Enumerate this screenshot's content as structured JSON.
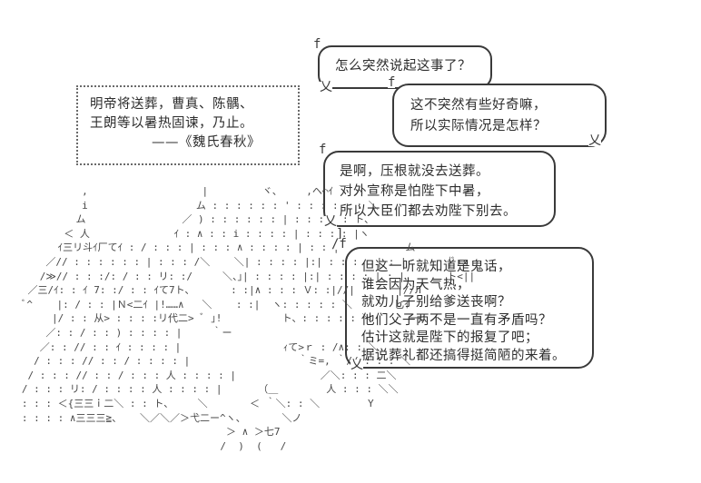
{
  "canvas": {
    "bg": "#ffffff",
    "ink": "#2e2e2e"
  },
  "quote_box": {
    "line1": "明帝将送葬，曹真、陈髃、",
    "line2": "王朗等以暑热固谏，乃止。",
    "attribution": "——《魏氏春秋》"
  },
  "bubbles": {
    "b1": {
      "lines": [
        "怎么突然说起这事了？"
      ]
    },
    "b2": {
      "lines": [
        "这不突然有些好奇嘛，",
        "所以实际情况是怎样？"
      ]
    },
    "b3": {
      "lines": [
        "是啊，压根就没去送葬。",
        "对外宣称是怕陛下中暑，",
        "所以大臣们都去劝陛下别去。"
      ]
    },
    "b4": {
      "lines": [
        "但这一听就知道是鬼话，",
        "谁会因为天气热，",
        "就劝儿子别给爹送丧啊？",
        "他们父子两不是一直有矛盾吗？",
        "估计这就是陛下的报复了吧；",
        "据说葬礼都还搞得挺简陋的来着。"
      ]
    }
  },
  "decorations": {
    "corner_f": "f",
    "tail_x": "乂",
    "bracket": "]",
    "fork": "/f"
  },
  "ascii_art": {
    "lines": [
      "             ,                   |         ヾ、    ,ヘ⌒ｲ ￣ ヽ",
      "             i                  ム : : : : : : ' : : : : : : ＼",
      "            ム                ／ ) : : : : : : | : : : : : ト、",
      "          ＜ 人              ｲ : ∧ : : i : : : : | : : : : |ヽ",
      "         ｲ三リ斗ｲ厂てｲ : / : : : | : : : ∧ : : : : | : : |           ム",
      "       ／// : : : : : : | : : : /＼    ＼| : : : : |:| : : : : | : |       |ﾞrx",
      "      /≫// : : :/: / : : リ: :/     ＼、｣| : : : : |:| : : : : | : |       ト<||",
      "    ／三/ｲ: : ｲ 7: :/ : : ｲて7ト、      : :|∧ : : : Ｖ: :|//|       |//Л",
      "   ﾞ^    |: / : : |Ｎ<二ｲ |!……∧   ＼    : :|  ヽ: : : : : ＼       匕ｲ",
      "        |/ : : 从> : : : :リ代二> ﾞ ｣!          ト、: : : : : ＼      ー<",
      "       ／: : / : : ) : : : : |     ｀ー",
      "      ／: : // : : ｲ : : : : |                 ｨて>ｒ : /∧: : ＼",
      "     / : : : // : : / : : : : |                  ｀ミ=, ｀// : : : ＼",
      "    / : : : // : : / : : : 人 : : : : |              ／＼: : : 二＼",
      "   / : : : リ: / : : : : 人 : : : : |      （＿        人 : : : ＼＼",
      "   : : : ＜{三三ｉ二＼ : : ト、    ＼       ＜ ｀＼: : ＼        Y",
      "   : : : : ∧三三三≧、   ＼／＼／＞弋二ー^ヽ、      ＼ノ",
      "                                     ＞ ∧ ＞七7",
      "                                    /  )  (   /"
    ]
  }
}
